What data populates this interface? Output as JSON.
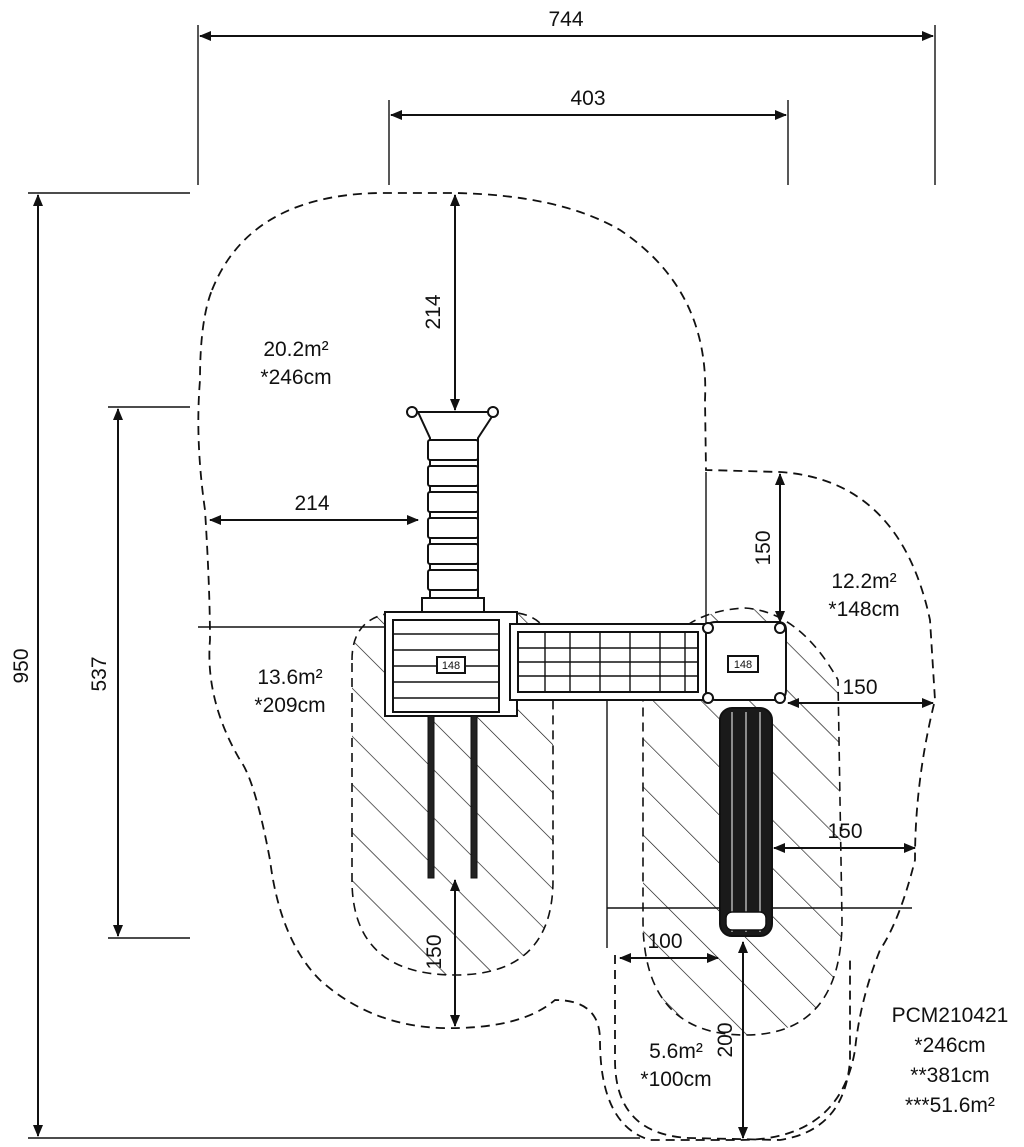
{
  "dimensions": {
    "total_width": "744",
    "inner_width": "403",
    "total_height": "950",
    "height_537": "537",
    "top_clearance": "214",
    "left_clearance": "214",
    "right_upper_150": "150",
    "right_side_150": "150",
    "right_lower_150": "150",
    "bottom_left_150": "150",
    "bottom_100": "100",
    "bottom_200": "200"
  },
  "zones": {
    "top": {
      "area": "20.2m²",
      "height": "*246cm"
    },
    "left": {
      "area": "13.6m²",
      "height": "*209cm"
    },
    "right": {
      "area": "12.2m²",
      "height": "*148cm"
    },
    "bottom": {
      "area": "5.6m²",
      "height": "*100cm"
    }
  },
  "platforms": {
    "left_label": "148",
    "right_label": "148"
  },
  "product": {
    "code": "PCM210421",
    "line1": "*246cm",
    "line2": "**381cm",
    "line3": "***51.6m²"
  }
}
